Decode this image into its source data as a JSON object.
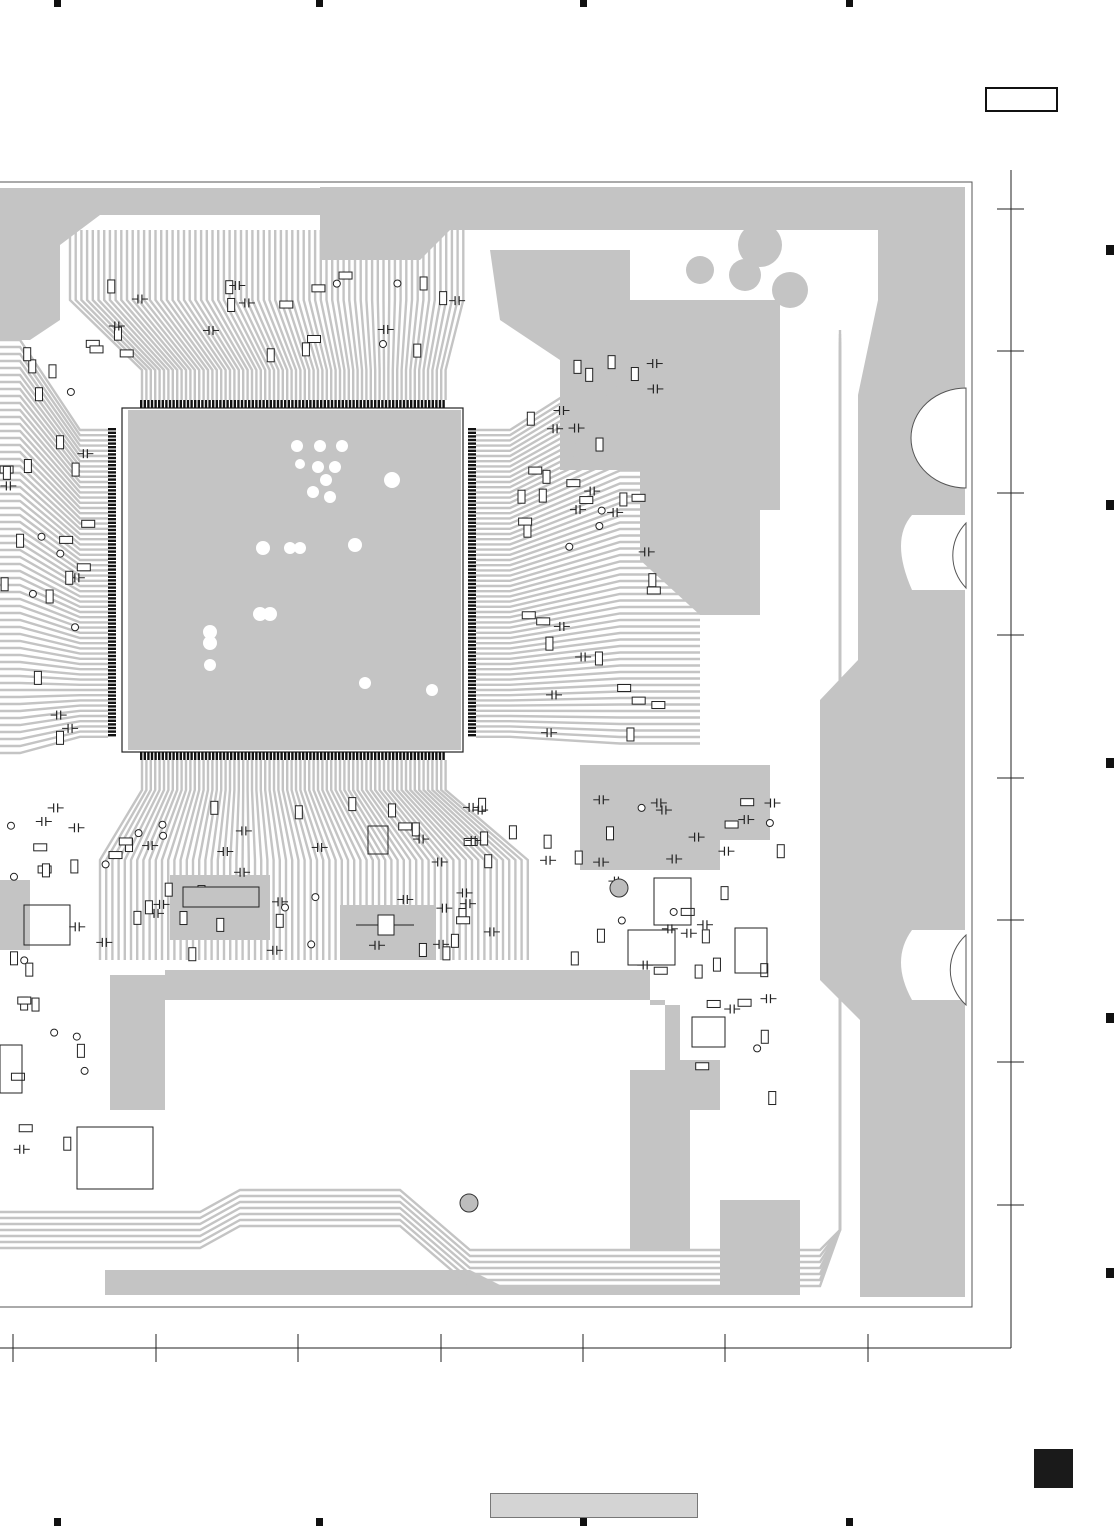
{
  "page": {
    "page_code": "",
    "page_number": "",
    "bottom_label": ""
  },
  "colors": {
    "copper_fill": "#c4c4c4",
    "trace": "#c4c4c4",
    "outline": "#222222",
    "background": "#ffffff",
    "part_fill": "#ffffff"
  },
  "grid": {
    "columns": 7,
    "rows": 8,
    "column_labels": [],
    "row_labels": []
  },
  "icons": {
    "registration_mark": "square-mark",
    "chip": "qfp-ic",
    "crystal": "crystal-oscillator",
    "test_point": "round-pad"
  }
}
